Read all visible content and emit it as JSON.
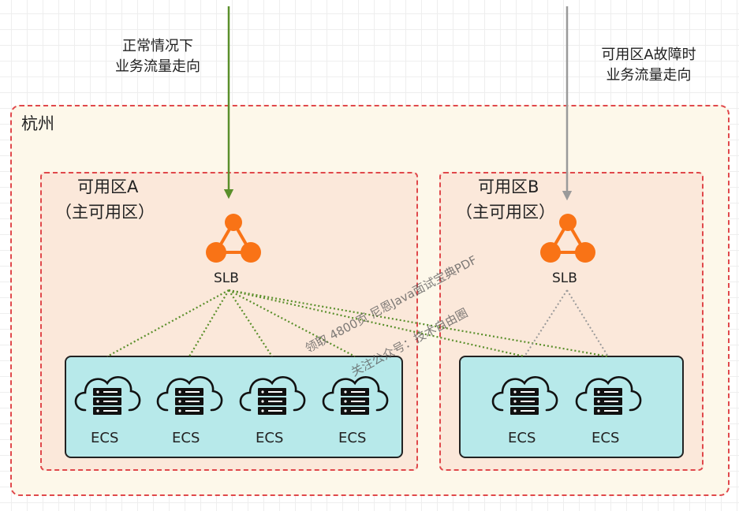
{
  "region": {
    "name": "杭州"
  },
  "zone_a": {
    "title": "可用区A",
    "subtitle": "（主可用区）"
  },
  "zone_b": {
    "title": "可用区B",
    "subtitle": "（主可用区）"
  },
  "notes": {
    "normal_line1": "正常情况下",
    "normal_line2": "业务流量走向",
    "fault_line1": "可用区A故障时",
    "fault_line2": "业务流量走向"
  },
  "slb": {
    "label": "SLB"
  },
  "ecs": {
    "label": "ECS"
  },
  "watermarks": {
    "line1": "领取 4800页 尼恩Java面试宝典PDF",
    "line2": "关注公众号：技术自由圈"
  },
  "colors": {
    "region_border": "#e0484b",
    "outer_fill": "#fdf8ea",
    "zone_fill": "#fbe8da",
    "ecs_fill": "#b7e9ea",
    "slb_orange": "#f97316",
    "normal_arrow": "#5a8f2b",
    "fault_arrow": "#9a9a9a"
  },
  "icons": [
    "load-balancer-icon",
    "cloud-server-icon"
  ]
}
